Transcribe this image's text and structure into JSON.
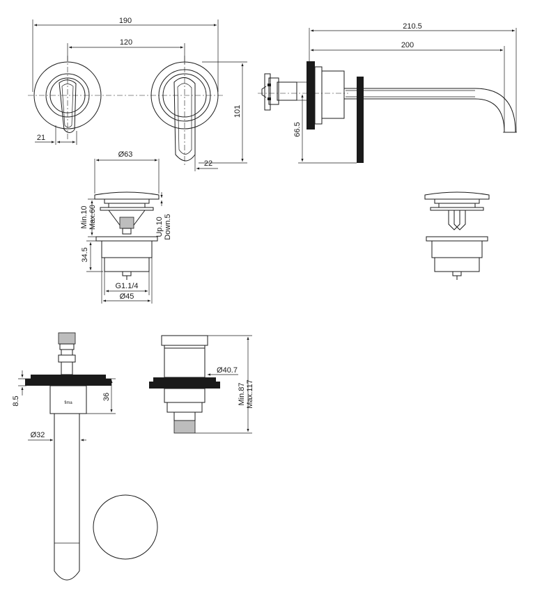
{
  "dimensions": {
    "plate_spacing_total": "190",
    "plate_spacing_inner": "120",
    "handle_offset": "21",
    "plate_height": "101",
    "lever_offset": "22",
    "spout_total": "210.5",
    "spout_reach": "200",
    "spout_height": "66.5",
    "waste_cap_dia": "Ø63",
    "waste_min": "Min.10",
    "waste_max": "Max.60",
    "waste_up": "Up.10",
    "waste_down": "Down.5",
    "waste_body": "34.5",
    "waste_thread": "G1.1/4",
    "waste_base_dia": "Ø45",
    "valve_height": "8.5",
    "valve_depth": "36",
    "valve_dia": "Ø32",
    "body_dia": "Ø40.7",
    "body_min": "Min.87",
    "body_max": "Max.117"
  },
  "brand_mark": "fima"
}
